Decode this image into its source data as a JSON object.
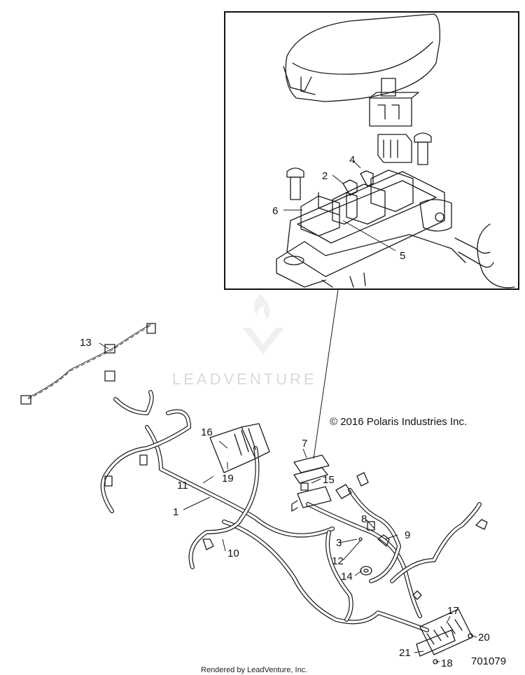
{
  "copyright": "© 2016 Polaris Industries Inc.",
  "footer": "Rendered by LeadVenture, Inc.",
  "diagram_number": "701079",
  "watermark": "LEADVENTURE",
  "callouts": {
    "c1": "1",
    "c2": "2",
    "c3": "3",
    "c4": "4",
    "c5": "5",
    "c6": "6",
    "c7": "7",
    "c8": "8",
    "c9": "9",
    "c10": "10",
    "c11": "11",
    "c12": "12",
    "c13": "13",
    "c14": "14",
    "c15": "15",
    "c16": "16",
    "c17": "17",
    "c18": "18",
    "c19": "19",
    "c20": "20",
    "c21": "21"
  }
}
